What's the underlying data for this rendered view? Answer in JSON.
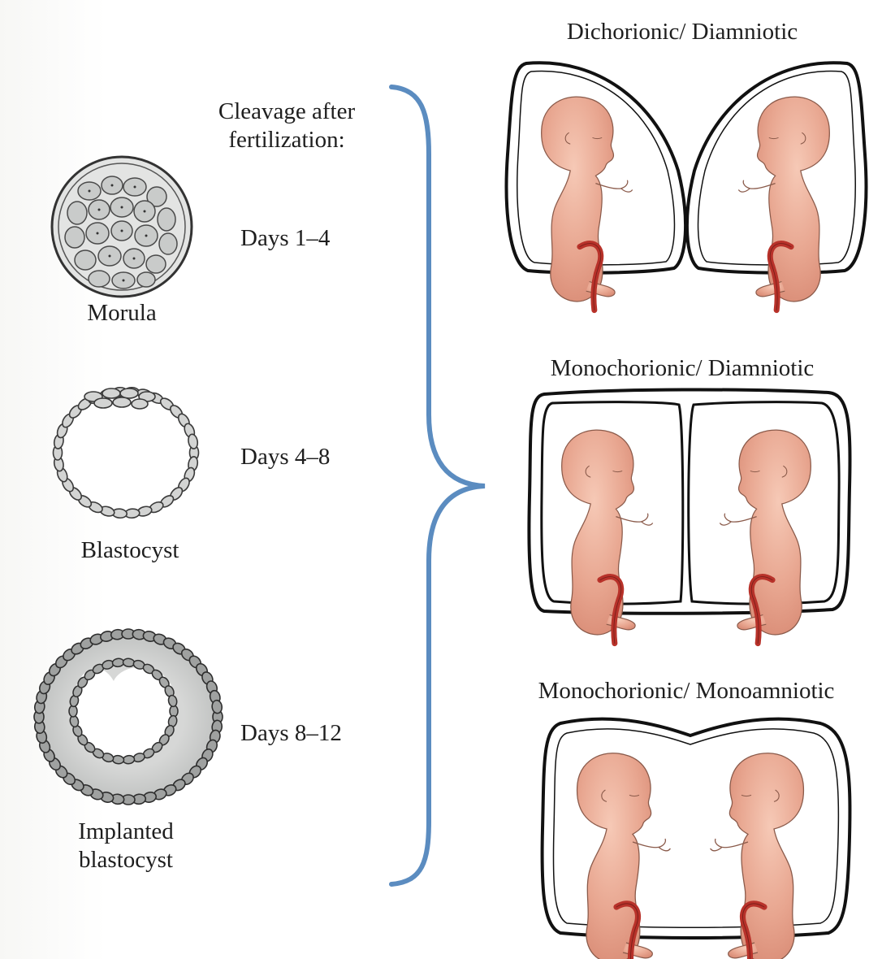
{
  "cleavage_label": [
    "Cleavage after",
    "fertilization:"
  ],
  "stages": [
    {
      "name": "Morula",
      "days": "Days 1–4"
    },
    {
      "name": "Blastocyst",
      "days": "Days 4–8"
    },
    {
      "name": "Implanted",
      "name2": "blastocyst",
      "days": "Days 8–12"
    }
  ],
  "twin_types": [
    {
      "title": "Dichorionic/ Diamniotic"
    },
    {
      "title": "Monochorionic/ Diamniotic"
    },
    {
      "title": "Monochorionic/ Monoamniotic"
    }
  ],
  "colors": {
    "brace": "#5b8cc0",
    "membrane": "#111111",
    "fetus_skin": "#e8a690",
    "fetus_outline": "#8a5a4a",
    "cord": "#b8322a",
    "cell_fill": "#c9cbca",
    "cell_outline": "#4a4a4a"
  },
  "icons": [
    "morula-illustration",
    "blastocyst-illustration",
    "implanted-blastocyst-illustration",
    "fetus-illustration"
  ]
}
